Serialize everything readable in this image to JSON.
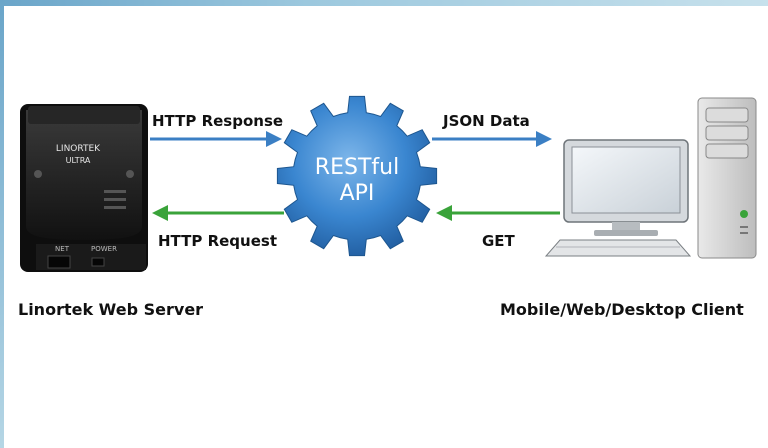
{
  "diagram": {
    "arrows": {
      "http_response": "HTTP Response",
      "http_request": "HTTP Request",
      "json_data": "JSON Data",
      "get": "GET"
    },
    "server": {
      "brand": "LINORTEK",
      "model": "ULTRA",
      "port_net": "NET",
      "port_power": "POWER",
      "caption": "Linortek Web Server"
    },
    "api": {
      "line1": "RESTful",
      "line2": "API"
    },
    "client": {
      "caption": "Mobile/Web/Desktop Client"
    },
    "colors": {
      "blue_arrow": "#3b7fc4",
      "green_arrow": "#3aa33a",
      "gear": "#2f78c4"
    }
  }
}
